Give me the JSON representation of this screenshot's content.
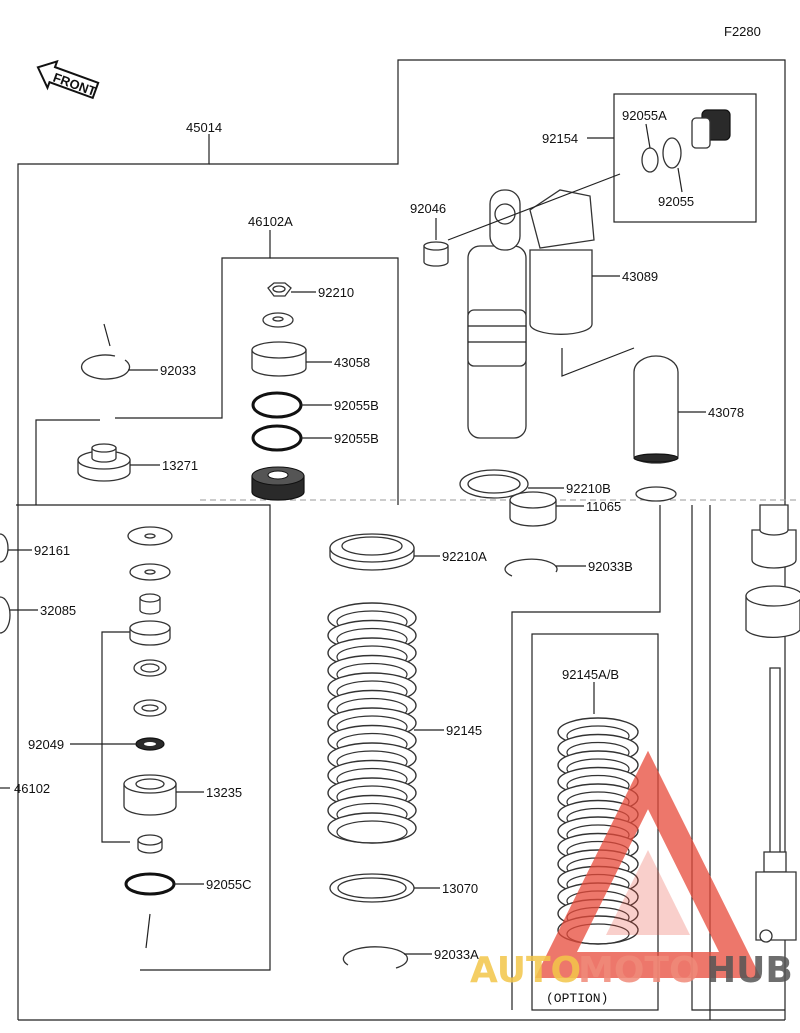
{
  "diagram_code": "F2280",
  "front_label": "FRONT",
  "option_label": "(OPTION)",
  "watermark": {
    "text_auto": "AUTO",
    "text_moto": "MOTO",
    "text_hub": "HUB",
    "colors": {
      "auto": "#f3c64a",
      "moto": "#f08a7a",
      "hub": "#555555",
      "logo": "#e84a3a"
    }
  },
  "parts": {
    "p45014": "45014",
    "p46102A": "46102A",
    "p92210": "92210",
    "p43058": "43058",
    "p92055B_1": "92055B",
    "p92055B_2": "92055B",
    "p92033": "92033",
    "p13271": "13271",
    "p92161": "92161",
    "p32085": "32085",
    "p92049": "92049",
    "p46102": "46102",
    "p13235": "13235",
    "p92055C": "92055C",
    "p92154": "92154",
    "p92055A": "92055A",
    "p92055": "92055",
    "p92046": "92046",
    "p43089": "43089",
    "p43078": "43078",
    "p92210B": "92210B",
    "p11065": "11065",
    "p92210A": "92210A",
    "p92033B": "92033B",
    "p92145": "92145",
    "p13070": "13070",
    "p92033A": "92033A",
    "p92145AB": "92145A/B"
  }
}
